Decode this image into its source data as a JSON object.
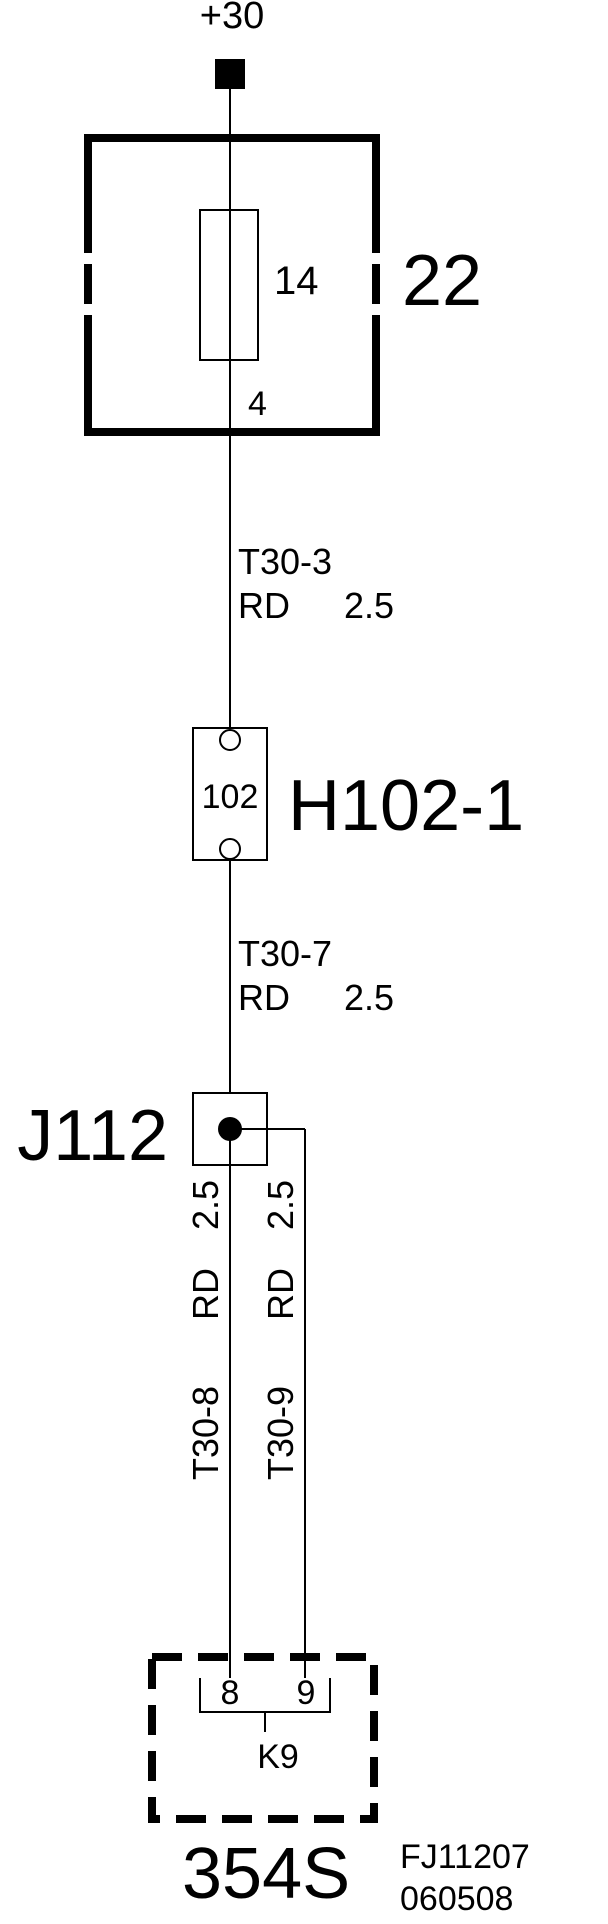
{
  "supply": {
    "label": "+30"
  },
  "fuse_box": {
    "id": "22",
    "fuse_number": "14",
    "output_pin": "4"
  },
  "wire_t30_3": {
    "name": "T30-3",
    "color": "RD",
    "size": "2.5"
  },
  "connector_h102": {
    "id": "H102-1",
    "pin": "102"
  },
  "wire_t30_7": {
    "name": "T30-7",
    "color": "RD",
    "size": "2.5"
  },
  "splice_j112": {
    "id": "J112"
  },
  "wire_t30_8": {
    "name": "T30-8",
    "color": "RD",
    "size": "2.5"
  },
  "wire_t30_9": {
    "name": "T30-9",
    "color": "RD",
    "size": "2.5"
  },
  "component_354s": {
    "id": "354S",
    "pin_a": "8",
    "pin_b": "9",
    "connector": "K9"
  },
  "drawing_ref": {
    "code": "FJ11207",
    "date": "060508"
  }
}
